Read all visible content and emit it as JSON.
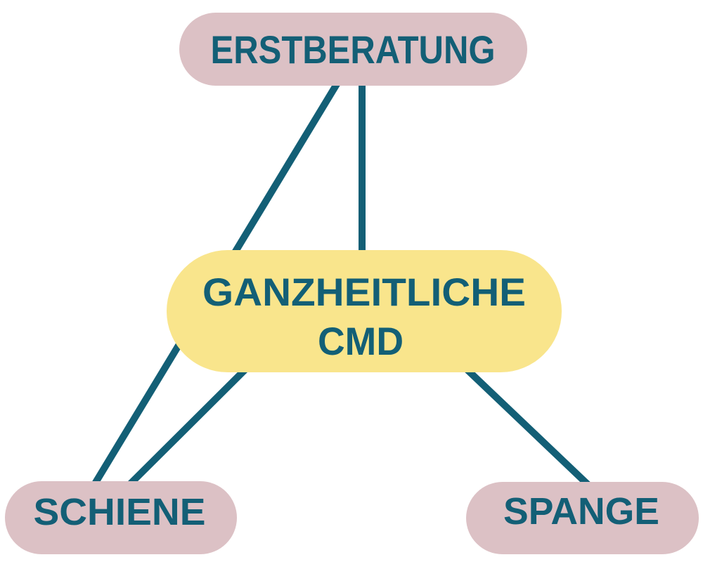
{
  "diagram": {
    "type": "flowchart",
    "background": "#ffffff",
    "colors": {
      "node_pink": "#dcc1c5",
      "node_yellow": "#f9e58c",
      "teal": "#135f76"
    },
    "nodes": {
      "erstberatung": {
        "label": "ERSTBERATUNG",
        "shape": "pill",
        "fill": "pink"
      },
      "cmd": {
        "label_line1": "GANZHEITLICHE",
        "label_line2": "CMD",
        "shape": "pill",
        "fill": "yellow"
      },
      "schiene": {
        "label": "SCHIENE",
        "shape": "pill",
        "fill": "pink"
      },
      "spange": {
        "label": "SPANGE",
        "shape": "pill",
        "fill": "pink"
      }
    },
    "edges": [
      {
        "from": "ERSTBERATUNG",
        "to": "SCHIENE"
      },
      {
        "from": "ERSTBERATUNG",
        "to": "GANZHEITLICHE CMD"
      },
      {
        "from": "GANZHEITLICHE CMD",
        "to": "SCHIENE"
      },
      {
        "from": "GANZHEITLICHE CMD",
        "to": "SPANGE"
      }
    ]
  }
}
